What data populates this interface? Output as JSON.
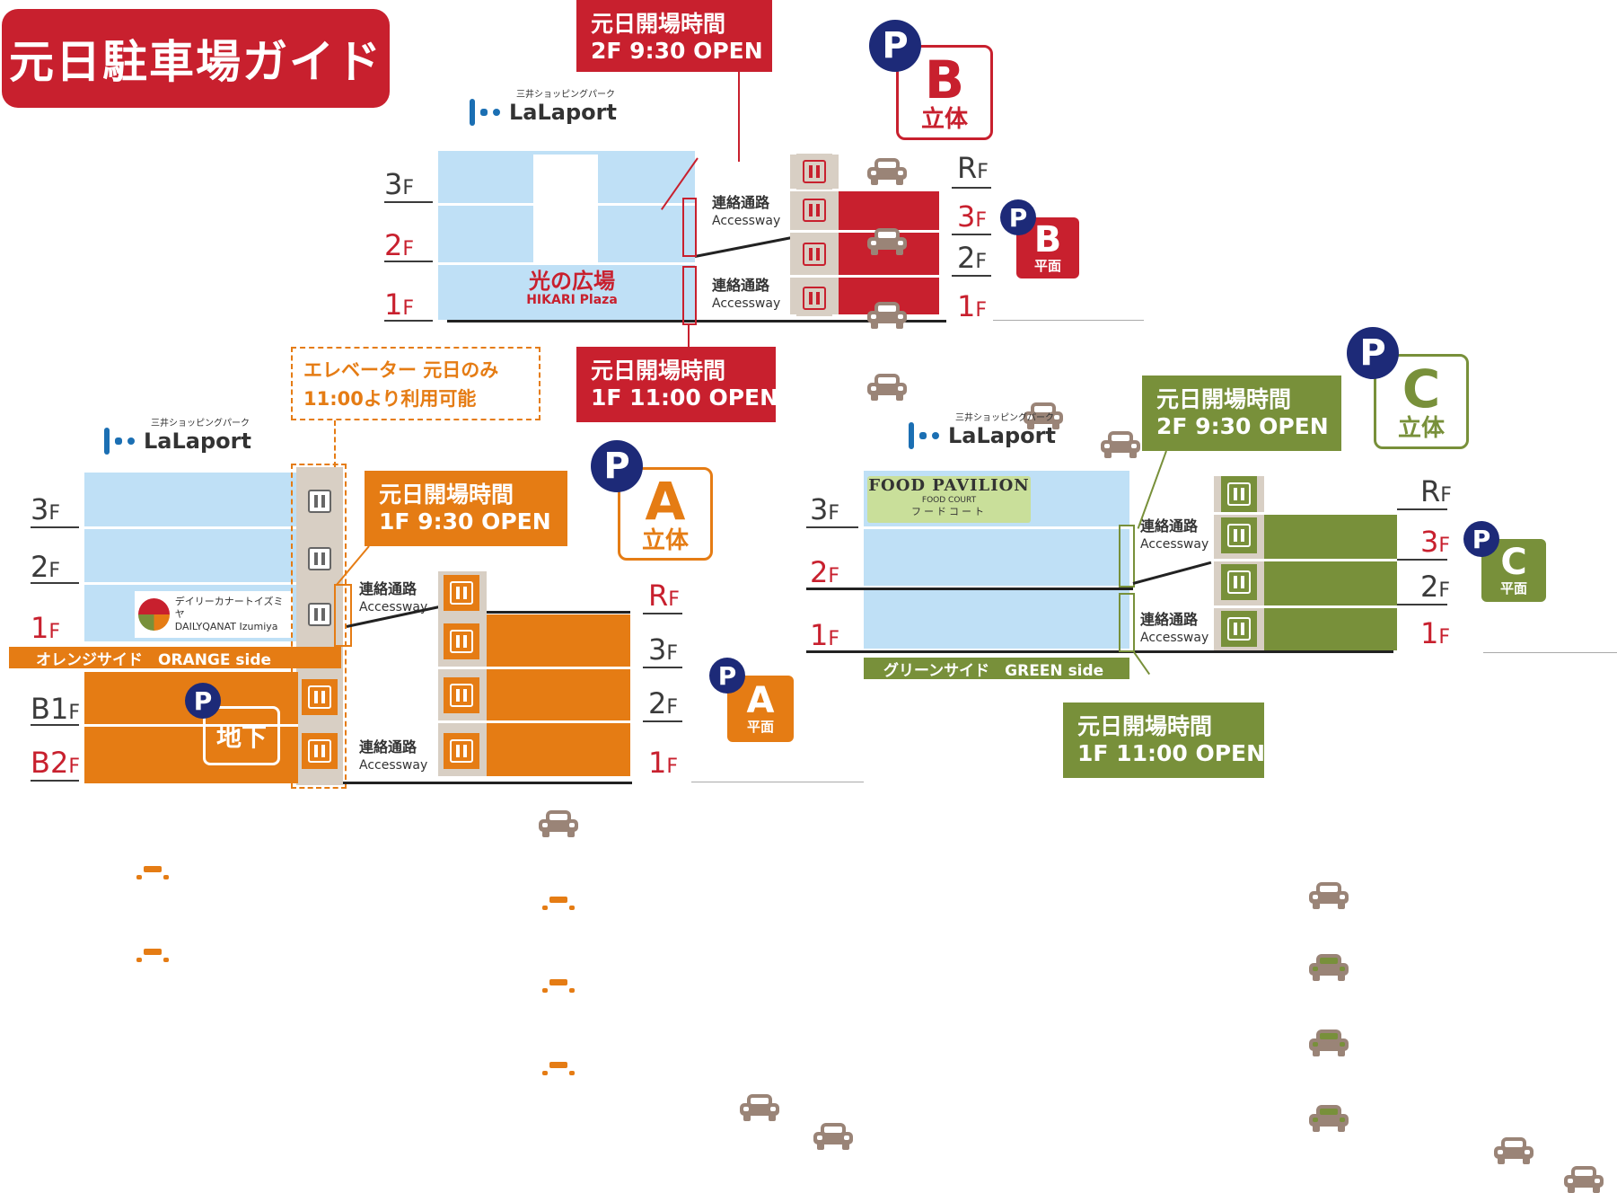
{
  "title": "元日駐車場ガイド",
  "brand": {
    "name": "LaLaport",
    "sub": "三井ショッピングパーク"
  },
  "floors": {
    "f3": "3",
    "f2": "2",
    "f1": "1",
    "rf": "R",
    "b1": "B1",
    "b2": "B2",
    "suffix": "F"
  },
  "access": {
    "jp": "連絡通路",
    "en": "Accessway"
  },
  "parking": {
    "p": "P",
    "b_letter": "B",
    "a_letter": "A",
    "c_letter": "C",
    "tachi": "立体",
    "heimen": "平面",
    "chika": "地下"
  },
  "callouts": {
    "b_top": {
      "line1": "元日開場時間",
      "line2": "2F 9:30 OPEN"
    },
    "b_bottom": {
      "line1": "元日開場時間",
      "line2": "1F 11:00 OPEN"
    },
    "a_top": {
      "line1": "元日開場時間",
      "line2": "1F 9:30 OPEN"
    },
    "c_top": {
      "line1": "元日開場時間",
      "line2": "2F 9:30 OPEN"
    },
    "c_bottom": {
      "line1": "元日開場時間",
      "line2": "1F 11:00 OPEN"
    }
  },
  "elevator_note": {
    "line1": "エレベーター 元日のみ",
    "line2": "11:00より利用可能"
  },
  "places": {
    "hikari_jp": "光の広場",
    "hikari_en": "HIKARI Plaza",
    "daily_jp": "デイリーカナートイズミヤ",
    "daily_en": "DAILYQANAT Izumiya",
    "food_title": "FOOD PAVILION",
    "food_sub": "FOOD COURT",
    "food_jp": "フードコート"
  },
  "sides": {
    "orange": "オレンジサイド　ORANGE side",
    "green": "グリーンサイド　GREEN side"
  },
  "colors": {
    "red": "#c8202e",
    "orange": "#e57c14",
    "green": "#78903a",
    "navy": "#1d2a78",
    "sky": "#bfe0f6"
  }
}
